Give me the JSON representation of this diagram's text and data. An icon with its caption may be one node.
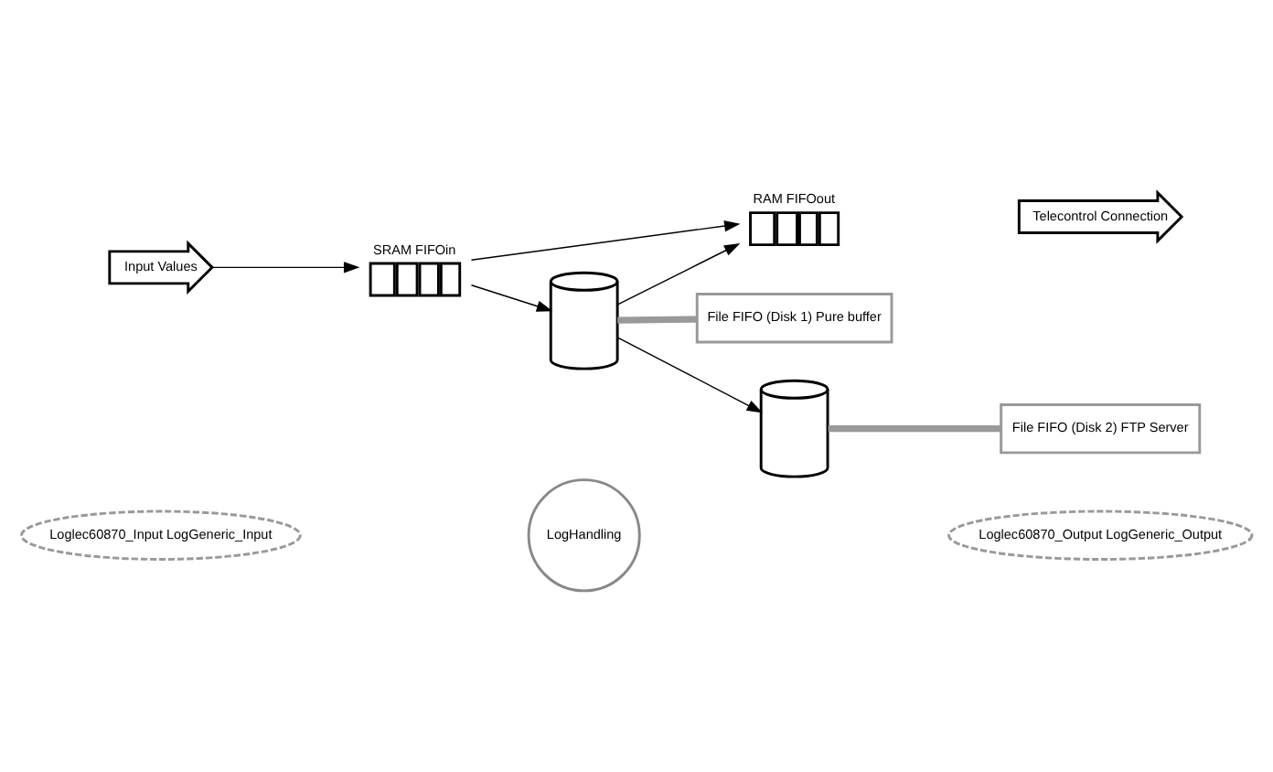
{
  "diagram": {
    "nodes": [
      {
        "text": [
          "Loglec60870_Input LogGeneric_Input"
        ]
      },
      {
        "text": [
          "LogHandling"
        ]
      },
      {
        "text": [
          "Loglec60870_Output LogGeneric_Output"
        ]
      },
      {
        "text": [
          "Input Values"
        ]
      },
      {
        "text": [
          "SRAM FIFOin"
        ]
      },
      {
        "text": [
          "RAM FIFOout"
        ]
      },
      {
        "text": [
          "Telecontrol Connection"
        ]
      },
      {
        "text": [],
        "shape": "cylinder"
      },
      {
        "text": [
          "File FIFO (Disk 1) Pure buffer"
        ]
      },
      {
        "text": [],
        "shape": "cylinder"
      },
      {
        "text": [
          "File FIFO (Disk 2) FTP Server"
        ]
      }
    ],
    "edges": [
      {
        "from": 3,
        "to": 4,
        "arrow": "to"
      },
      {
        "from": 4,
        "to": 5,
        "arrow": "to"
      },
      {
        "from": 4,
        "to": 7,
        "arrow": "to"
      },
      {
        "from": 7,
        "to": 9,
        "arrow": "to"
      },
      {
        "from": 7,
        "to": 5,
        "arrow": "to"
      },
      {
        "from": 7,
        "to": 8,
        "arrow": "none",
        "color": "#999999",
        "style": "thick"
      },
      {
        "from": 9,
        "to": 10,
        "arrow": "none",
        "color": "#999999",
        "style": "thick"
      }
    ]
  }
}
